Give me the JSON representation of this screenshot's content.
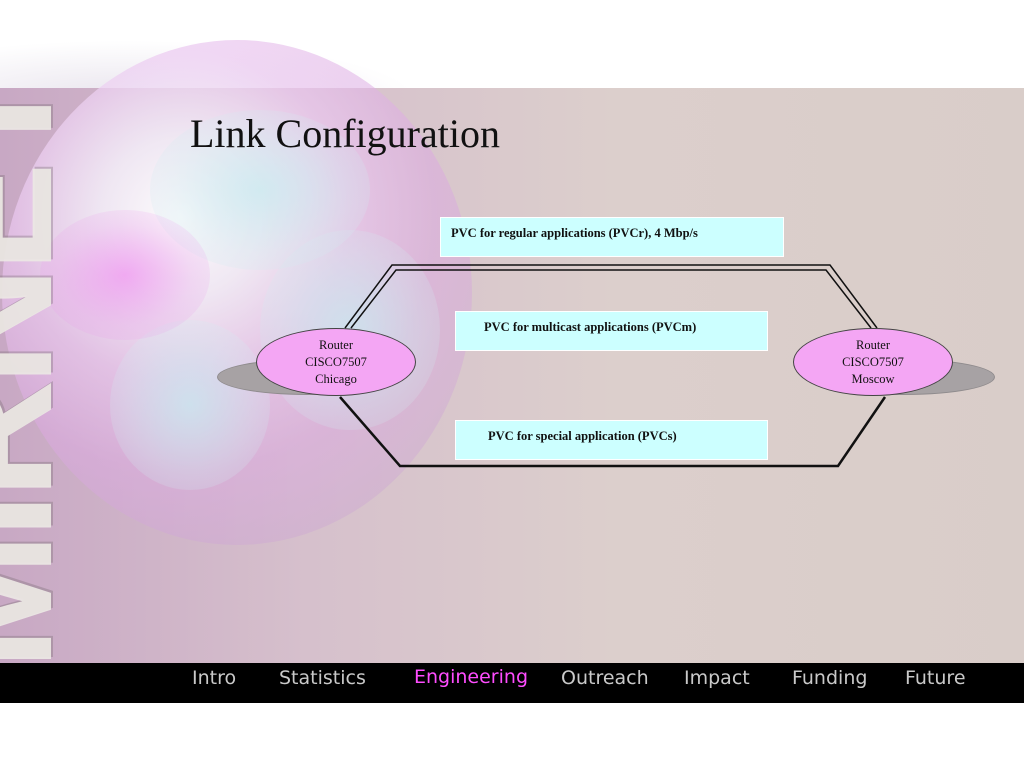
{
  "title": "Link Configuration",
  "logo": {
    "text": "MIRNET"
  },
  "diagram": {
    "pvc_regular": "PVC for regular applications (PVCr), 4 Mbp/s",
    "pvc_multicast": "PVC for multicast applications (PVCm)",
    "pvc_special": "PVC for special  application (PVCs)",
    "router_left": {
      "line1": "Router",
      "line2": "CISCO7507",
      "line3": "Chicago"
    },
    "router_right": {
      "line1": "Router",
      "line2": "CISCO7507",
      "line3": "Moscow"
    }
  },
  "nav": {
    "items": [
      {
        "label": "Intro"
      },
      {
        "label": "Statistics"
      },
      {
        "label": "Engineering",
        "active": true
      },
      {
        "label": "Outreach"
      },
      {
        "label": "Impact"
      },
      {
        "label": "Funding"
      },
      {
        "label": "Future"
      }
    ],
    "active_color": "#ff4dff",
    "inactive_color": "#c9c9c9"
  },
  "colors": {
    "pvc_box": "#ccffff",
    "router": "#f4a6f4",
    "navbar": "#000000"
  }
}
